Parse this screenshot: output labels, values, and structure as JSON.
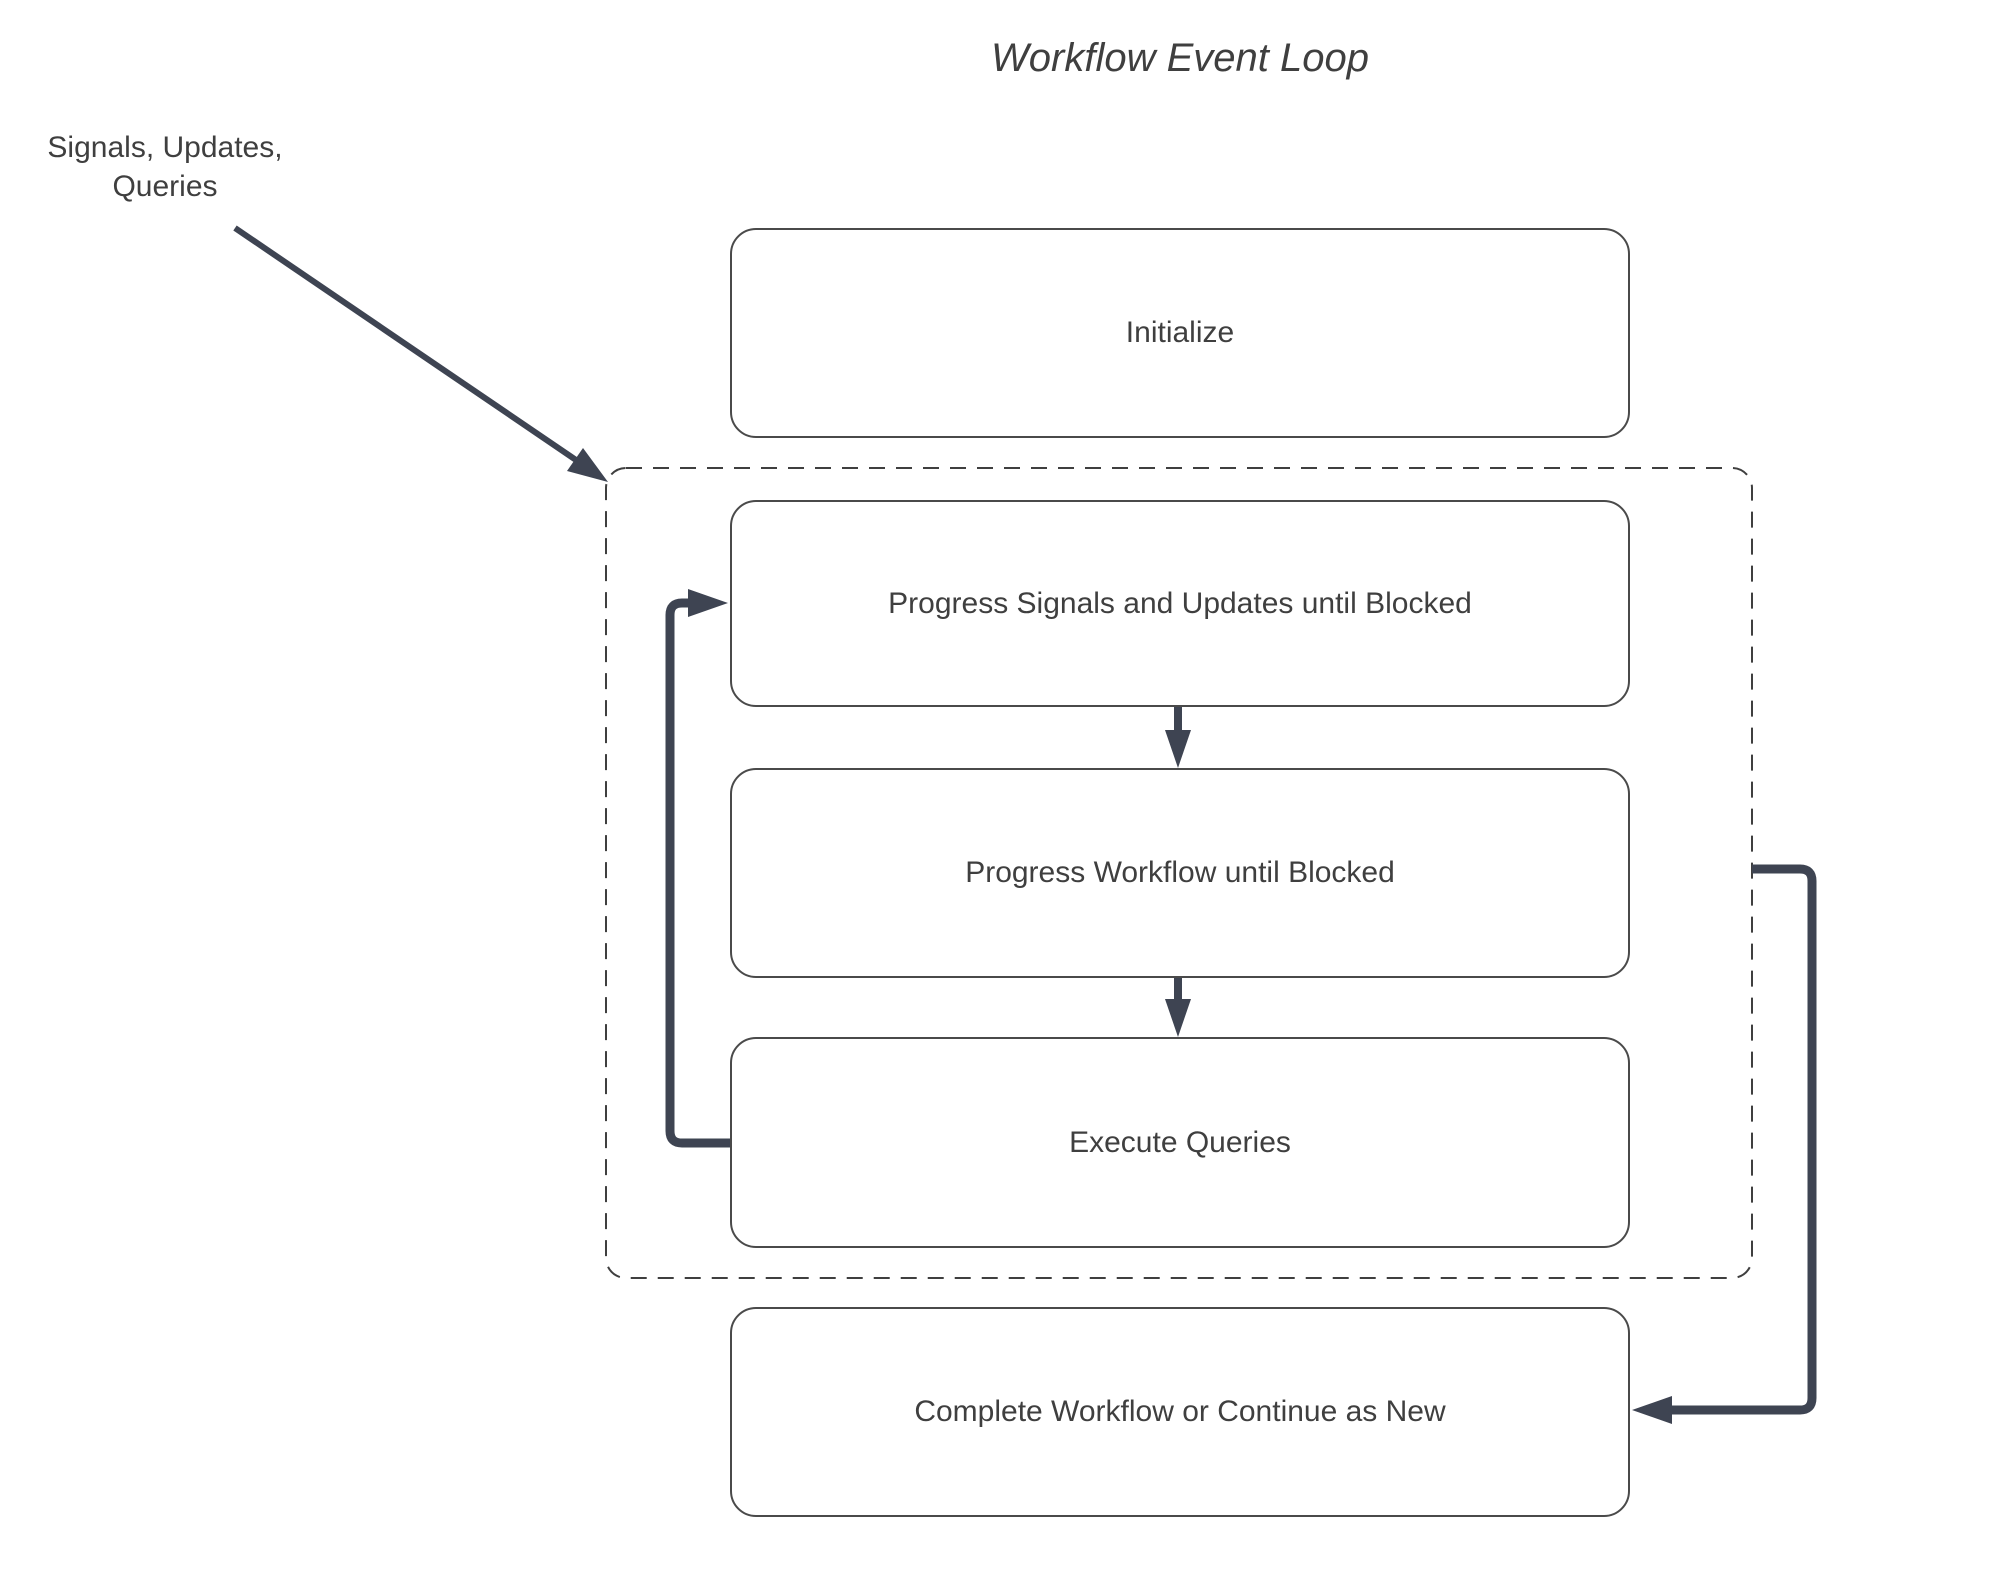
{
  "title": "Workflow Event Loop",
  "external_input": {
    "label": "Signals, Updates,\nQueries"
  },
  "nodes": {
    "initialize": {
      "label": "Initialize"
    },
    "progress_signals": {
      "label": "Progress Signals and Updates until Blocked"
    },
    "progress_workflow": {
      "label": "Progress Workflow until Blocked"
    },
    "execute_queries": {
      "label": "Execute Queries"
    },
    "complete": {
      "label": "Complete Workflow or Continue as New"
    }
  },
  "colors": {
    "arrow": "#3e4452",
    "box_border": "#4a4a4a",
    "dashed_border": "#3f3f3f",
    "text": "#3f3f3f",
    "background": "#ffffff"
  }
}
